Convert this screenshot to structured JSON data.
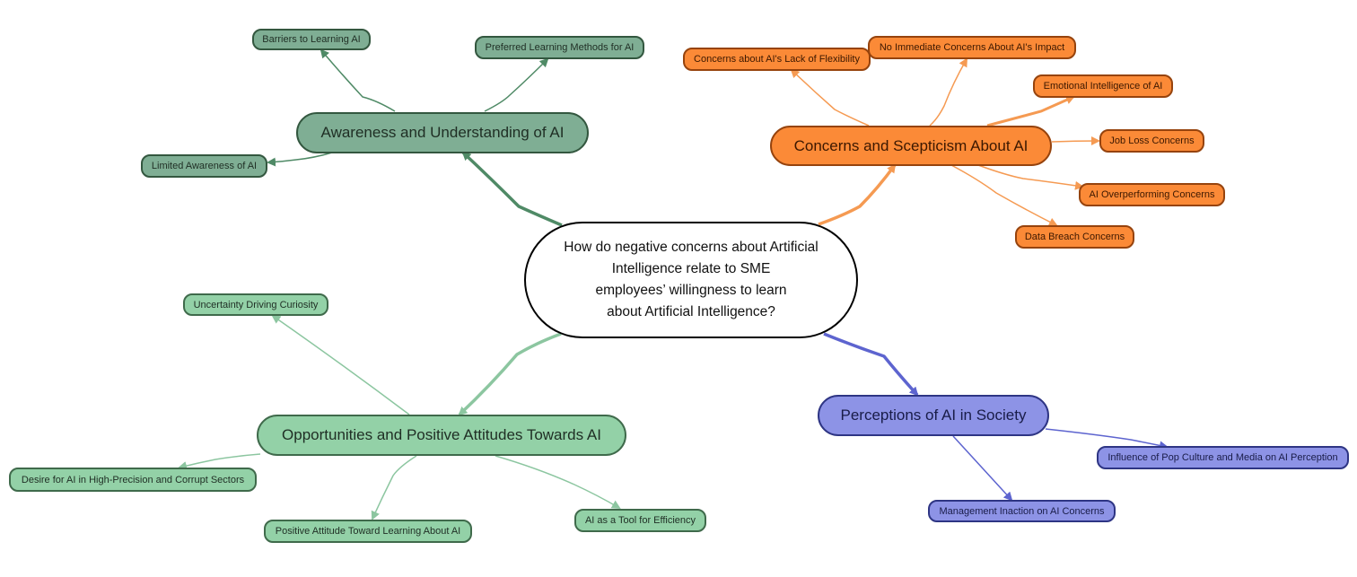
{
  "central_question": [
    "How do negative concerns about Artificial",
    "Intelligence relate to SME",
    "employees’ willingness to learn",
    "about Artificial Intelligence?"
  ],
  "colors": {
    "awareness": "#7fae94",
    "opportunities": "#93d1a7",
    "concerns": "#fb8a37",
    "perceptions": "#8d93e6"
  },
  "branches": {
    "awareness": {
      "label": "Awareness and Understanding of AI",
      "children": [
        "Barriers to Learning AI",
        "Preferred Learning Methods for AI",
        "Limited Awareness of AI"
      ]
    },
    "concerns": {
      "label": "Concerns and Scepticism About AI",
      "children": [
        "Concerns about AI's Lack of Flexibility",
        "No Immediate Concerns About AI's Impact",
        "Emotional Intelligence of AI",
        "Job Loss Concerns",
        "AI Overperforming Concerns",
        "Data Breach Concerns"
      ]
    },
    "opportunities": {
      "label": "Opportunities and Positive Attitudes Towards AI",
      "children": [
        "Uncertainty Driving Curiosity",
        "Desire for AI in High-Precision and Corrupt Sectors",
        "Positive Attitude Toward Learning About AI",
        "AI as a Tool for Efficiency"
      ]
    },
    "perceptions": {
      "label": "Perceptions of AI in Society",
      "children": [
        "Influence of Pop Culture and Media on AI Perception",
        "Management Inaction on AI Concerns"
      ]
    }
  }
}
